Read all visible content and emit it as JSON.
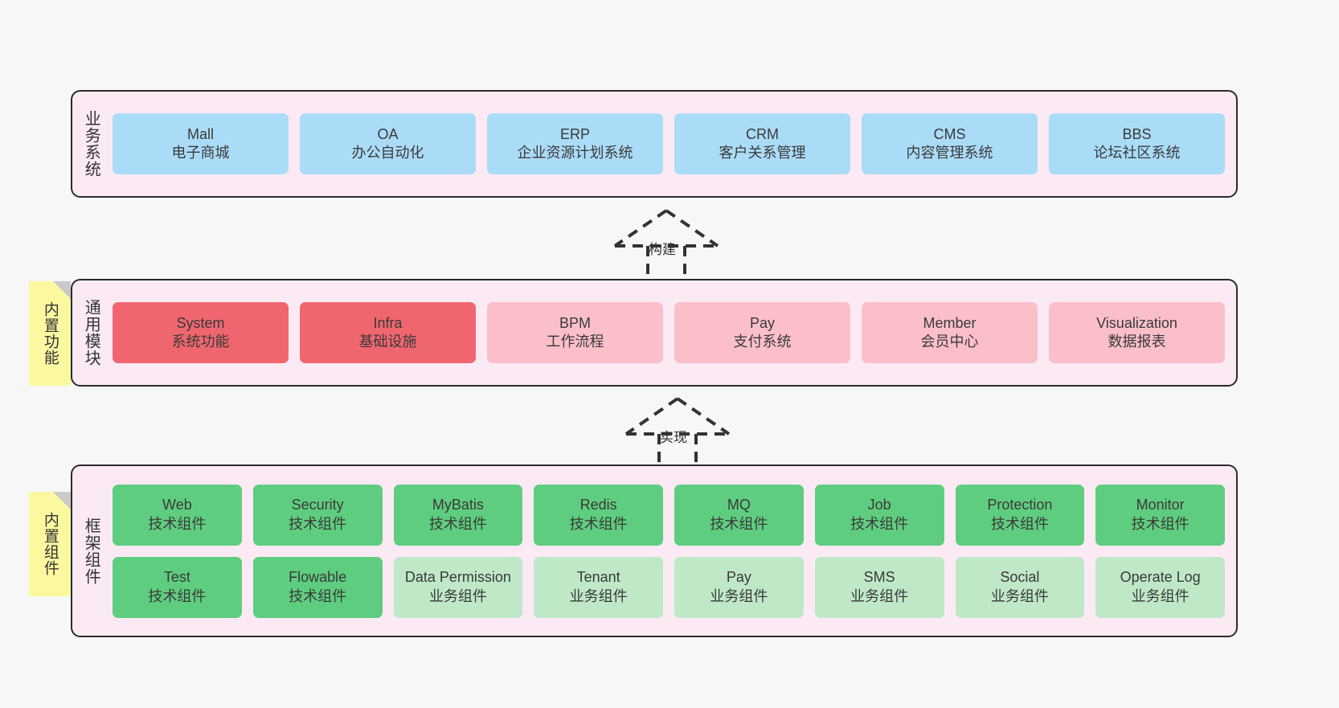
{
  "diagram": {
    "title": "",
    "background": "#f7f7f7",
    "band_fill": "#fbeaf4",
    "band_stroke": "#2b2b2b",
    "note_fill": "#fbf8a0",
    "note_fold": "#c9c9c9",
    "arrow_stroke": "#333333"
  },
  "notes": [
    {
      "label": "内置功能"
    },
    {
      "label": "内置组件"
    }
  ],
  "connectors": [
    {
      "label": "构建"
    },
    {
      "label": "实现"
    }
  ],
  "bands": [
    {
      "id": "business-systems",
      "title": "业务系统",
      "card_color": "#aadcf8",
      "rows": [
        [
          {
            "t1": "Mall",
            "t2": "电子商城",
            "color": "#aadcf8"
          },
          {
            "t1": "OA",
            "t2": "办公自动化",
            "color": "#aadcf8"
          },
          {
            "t1": "ERP",
            "t2": "企业资源计划系统",
            "color": "#aadcf8"
          },
          {
            "t1": "CRM",
            "t2": "客户关系管理",
            "color": "#aadcf8"
          },
          {
            "t1": "CMS",
            "t2": "内容管理系统",
            "color": "#aadcf8"
          },
          {
            "t1": "BBS",
            "t2": "论坛社区系统",
            "color": "#aadcf8"
          }
        ]
      ]
    },
    {
      "id": "common-modules",
      "title": "通用模块",
      "card_color": "#fbbfc9",
      "rows": [
        [
          {
            "t1": "System",
            "t2": "系统功能",
            "color": "#f0666f"
          },
          {
            "t1": "Infra",
            "t2": "基础设施",
            "color": "#f0666f"
          },
          {
            "t1": "BPM",
            "t2": "工作流程",
            "color": "#fbbfc9"
          },
          {
            "t1": "Pay",
            "t2": "支付系统",
            "color": "#fbbfc9"
          },
          {
            "t1": "Member",
            "t2": "会员中心",
            "color": "#fbbfc9"
          },
          {
            "t1": "Visualization",
            "t2": "数据报表",
            "color": "#fbbfc9"
          }
        ]
      ]
    },
    {
      "id": "framework-components",
      "title": "框架组件",
      "card_color": "#5fcd7f",
      "rows": [
        [
          {
            "t1": "Web",
            "t2": "技术组件",
            "color": "#5fcd7f"
          },
          {
            "t1": "Security",
            "t2": "技术组件",
            "color": "#5fcd7f"
          },
          {
            "t1": "MyBatis",
            "t2": "技术组件",
            "color": "#5fcd7f"
          },
          {
            "t1": "Redis",
            "t2": "技术组件",
            "color": "#5fcd7f"
          },
          {
            "t1": "MQ",
            "t2": "技术组件",
            "color": "#5fcd7f"
          },
          {
            "t1": "Job",
            "t2": "技术组件",
            "color": "#5fcd7f"
          },
          {
            "t1": "Protection",
            "t2": "技术组件",
            "color": "#5fcd7f"
          },
          {
            "t1": "Monitor",
            "t2": "技术组件",
            "color": "#5fcd7f"
          }
        ],
        [
          {
            "t1": "Test",
            "t2": "技术组件",
            "color": "#5fcd7f"
          },
          {
            "t1": "Flowable",
            "t2": "技术组件",
            "color": "#5fcd7f"
          },
          {
            "t1": "Data Permission",
            "t2": "业务组件",
            "color": "#bfe8c7",
            "wrap": true
          },
          {
            "t1": "Tenant",
            "t2": "业务组件",
            "color": "#bfe8c7"
          },
          {
            "t1": "Pay",
            "t2": "业务组件",
            "color": "#bfe8c7"
          },
          {
            "t1": "SMS",
            "t2": "业务组件",
            "color": "#bfe8c7"
          },
          {
            "t1": "Social",
            "t2": "业务组件",
            "color": "#bfe8c7"
          },
          {
            "t1": "Operate Log",
            "t2": "业务组件",
            "color": "#bfe8c7"
          }
        ]
      ]
    }
  ]
}
